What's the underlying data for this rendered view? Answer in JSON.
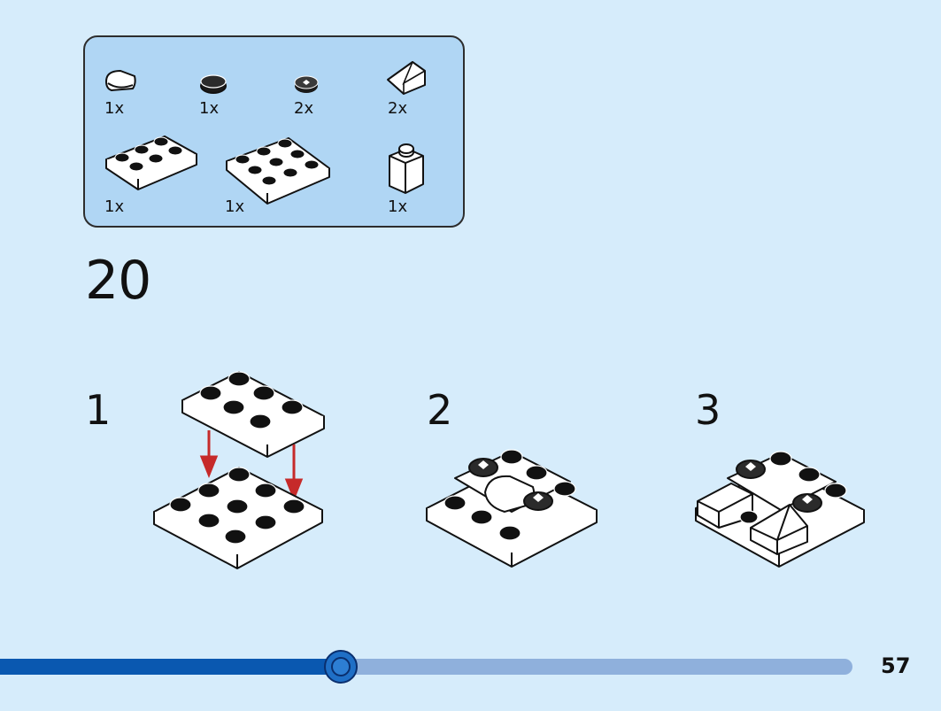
{
  "parts_list": {
    "items": [
      {
        "icon": "round-tile-1x1-white-icon",
        "qty": "1x"
      },
      {
        "icon": "round-stud-1x1-black-icon",
        "qty": "1x"
      },
      {
        "icon": "round-tile-1x1-printed-icon",
        "qty": "2x"
      },
      {
        "icon": "slope-tile-white-icon",
        "qty": "2x"
      },
      {
        "icon": "plate-2x3-white-icon",
        "qty": "1x"
      },
      {
        "icon": "plate-3x3-white-icon",
        "qty": "1x"
      },
      {
        "icon": "brick-1x1-white-icon",
        "qty": "1x"
      }
    ]
  },
  "step": {
    "number": "20"
  },
  "substeps": [
    {
      "number": "1"
    },
    {
      "number": "2"
    },
    {
      "number": "3"
    }
  ],
  "progress": {
    "value": 0.4,
    "page": "57"
  },
  "colors": {
    "background": "#d6ecfb",
    "parts_box": "#b0d6f4",
    "arrow": "#c62a2a",
    "progress_fill": "#0a58b0",
    "progress_track": "#8fb0dc"
  }
}
